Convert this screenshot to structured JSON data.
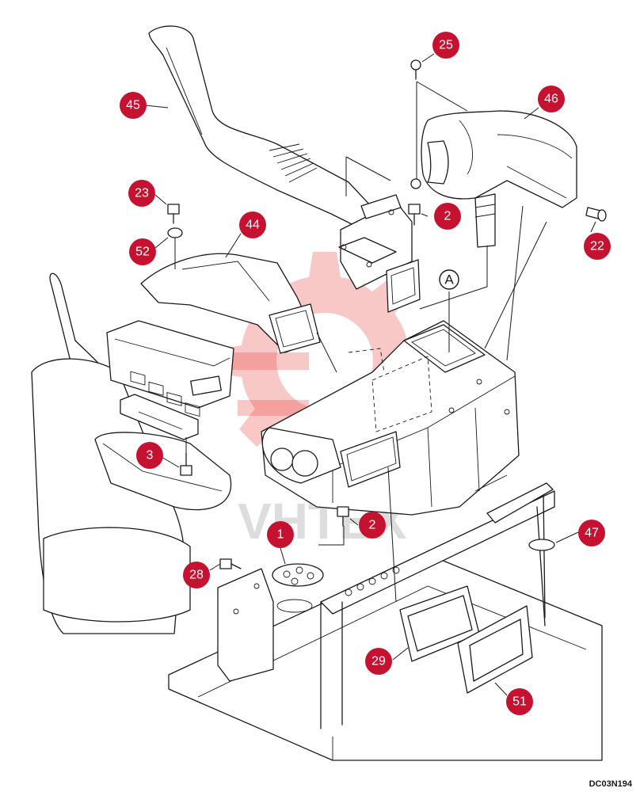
{
  "watermark": {
    "text": "VHTEX",
    "color": "#e53935"
  },
  "callout_color": "#c41230",
  "drawing_code": "DC03N194",
  "detail_mark": "A",
  "callouts": [
    {
      "id": "c45",
      "label": "45"
    },
    {
      "id": "c25",
      "label": "25"
    },
    {
      "id": "c46",
      "label": "46"
    },
    {
      "id": "c23",
      "label": "23"
    },
    {
      "id": "c44",
      "label": "44"
    },
    {
      "id": "c2a",
      "label": "2"
    },
    {
      "id": "c22",
      "label": "22"
    },
    {
      "id": "c52",
      "label": "52"
    },
    {
      "id": "c3",
      "label": "3"
    },
    {
      "id": "c1",
      "label": "1"
    },
    {
      "id": "c2b",
      "label": "2"
    },
    {
      "id": "c47",
      "label": "47"
    },
    {
      "id": "c28",
      "label": "28"
    },
    {
      "id": "c29",
      "label": "29"
    },
    {
      "id": "c51",
      "label": "51"
    }
  ]
}
